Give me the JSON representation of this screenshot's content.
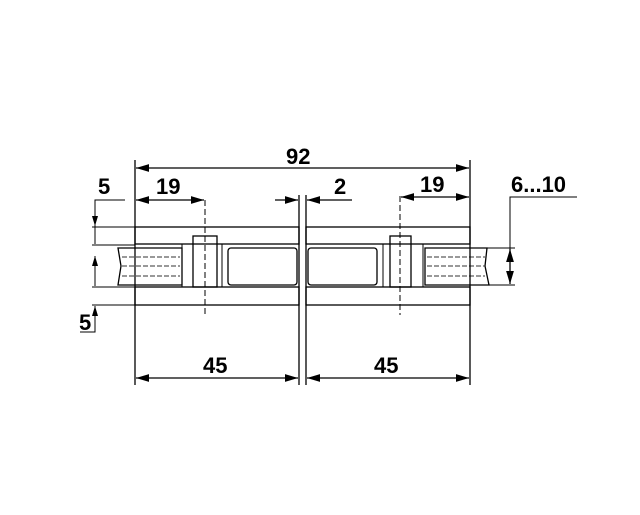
{
  "dimensions": {
    "overall_width": "92",
    "bolt_offset_left": "19",
    "gap": "2",
    "bolt_offset_right": "19",
    "glass_thickness": "6...10",
    "plate_top": "5",
    "plate_bottom": "5",
    "half_left": "45",
    "half_right": "45"
  },
  "colors": {
    "glass": "#a9c4c2",
    "line": "#000000"
  }
}
